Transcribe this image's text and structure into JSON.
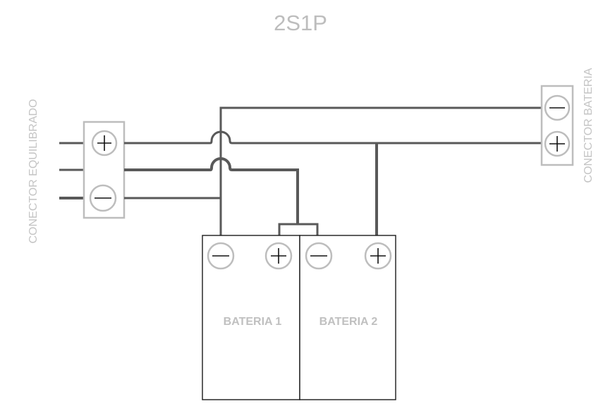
{
  "title": "2S1P",
  "balance_connector": {
    "label": "CONECTOR EQUILIBRADO",
    "terminals": [
      {
        "name": "positive",
        "symbol": "+"
      },
      {
        "name": "negative",
        "symbol": "−"
      }
    ],
    "wire_count": 3
  },
  "battery_connector": {
    "label": "CONECTOR BATERIA",
    "terminals": [
      {
        "name": "negative",
        "symbol": "−"
      },
      {
        "name": "positive",
        "symbol": "+"
      }
    ]
  },
  "batteries": [
    {
      "label": "BATERIA 1",
      "terminals": [
        "−",
        "+"
      ]
    },
    {
      "label": "BATERIA 2",
      "terminals": [
        "−",
        "+"
      ]
    }
  ],
  "colors": {
    "wire": "#595959",
    "connector_outline": "#bdbdbd",
    "text": "#bdbdbd",
    "battery_outline": "#1a1a1a"
  }
}
